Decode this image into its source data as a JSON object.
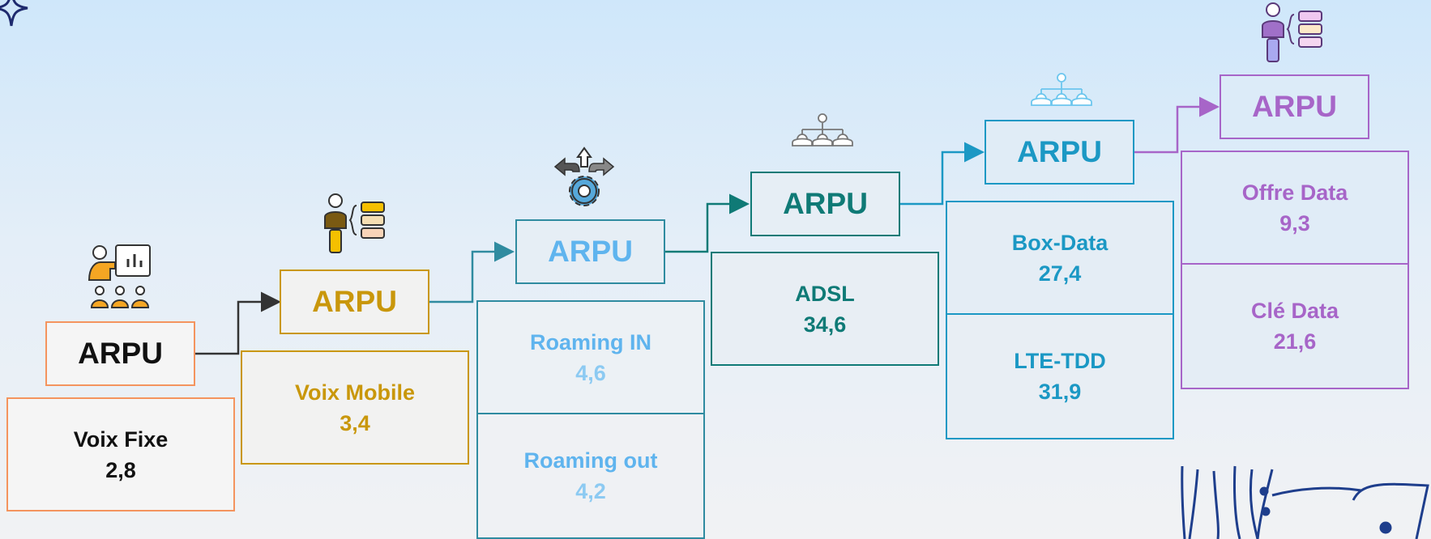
{
  "colors": {
    "step1": "#f4945e",
    "step1_text": "#111111",
    "step2": "#c9970b",
    "step3": "#2f8ba0",
    "step3_text": "#5fb4ee",
    "step4": "#0f7a76",
    "step5": "#1b98c4",
    "step6": "#a765c8"
  },
  "steps": [
    {
      "arpu_label": "ARPU",
      "cells": [
        {
          "label": "Voix Fixe",
          "value": "2,8"
        }
      ]
    },
    {
      "arpu_label": "ARPU",
      "cells": [
        {
          "label": "Voix Mobile",
          "value": "3,4"
        }
      ]
    },
    {
      "arpu_label": "ARPU",
      "cells": [
        {
          "label": "Roaming IN",
          "value": "4,6"
        },
        {
          "label": "Roaming out",
          "value": "4,2"
        }
      ]
    },
    {
      "arpu_label": "ARPU",
      "cells": [
        {
          "label": "ADSL",
          "value": "34,6"
        }
      ]
    },
    {
      "arpu_label": "ARPU",
      "cells": [
        {
          "label": "Box-Data",
          "value": "27,4"
        },
        {
          "label": "LTE-TDD",
          "value": "31,9"
        }
      ]
    },
    {
      "arpu_label": "ARPU",
      "cells": [
        {
          "label": "Offre Data",
          "value": "9,3"
        },
        {
          "label": "Clé Data",
          "value": "21,6"
        }
      ]
    }
  ],
  "icons": {
    "corner": "sparkle-icon",
    "step1": "presentation-audience-icon",
    "step2": "person-list-icon",
    "step3": "gear-arrows-icon",
    "step4": "team-hierarchy-icon",
    "step5": "team-hierarchy-icon",
    "step6": "person-list-icon",
    "decoration": "laptop-sketch-icon"
  }
}
